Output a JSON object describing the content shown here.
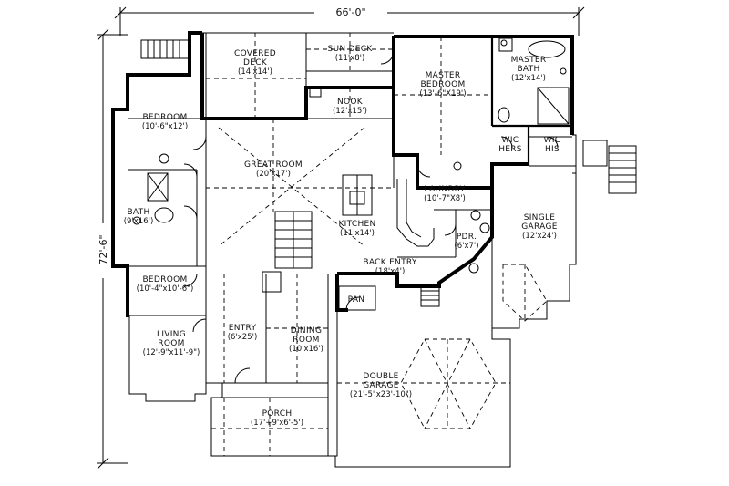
{
  "plan": {
    "overall_width": "66'-0\"",
    "overall_depth": "72'-6\""
  },
  "rooms": [
    {
      "key": "covered_deck",
      "name_lines": [
        "COVERED",
        "DECK"
      ],
      "dims": "(14'x14')"
    },
    {
      "key": "sun_deck",
      "name_lines": [
        "SUN DECK"
      ],
      "dims": "(11'x8')"
    },
    {
      "key": "master_bedroom",
      "name_lines": [
        "MASTER",
        "BEDROOM"
      ],
      "dims": "(13'-6\"X19')"
    },
    {
      "key": "master_bath",
      "name_lines": [
        "MASTER",
        "BATH"
      ],
      "dims": "(12'x14')"
    },
    {
      "key": "nook",
      "name_lines": [
        "NOOK"
      ],
      "dims": "(12'x15')"
    },
    {
      "key": "bedroom_1",
      "name_lines": [
        "BEDROOM"
      ],
      "dims": "(10'-6\"x12')"
    },
    {
      "key": "great_room",
      "name_lines": [
        "GREAT ROOM"
      ],
      "dims": "(20'x17')"
    },
    {
      "key": "wic_hers",
      "name_lines": [
        "WIC",
        "HERS"
      ],
      "dims": ""
    },
    {
      "key": "wic_his",
      "name_lines": [
        "WIC",
        "HIS"
      ],
      "dims": ""
    },
    {
      "key": "laundry",
      "name_lines": [
        "LAUNDRY"
      ],
      "dims": "(10'-7\"X8')"
    },
    {
      "key": "bath",
      "name_lines": [
        "BATH"
      ],
      "dims": "(9'x16')"
    },
    {
      "key": "kitchen",
      "name_lines": [
        "KITCHEN"
      ],
      "dims": "(11'x14')"
    },
    {
      "key": "single_garage",
      "name_lines": [
        "SINGLE",
        "GARAGE"
      ],
      "dims": "(12'x24')"
    },
    {
      "key": "pdr",
      "name_lines": [
        "PDR."
      ],
      "dims": "(6'x7')"
    },
    {
      "key": "back_entry",
      "name_lines": [
        "BACK ENTRY"
      ],
      "dims": "(18'x4')"
    },
    {
      "key": "bedroom_2",
      "name_lines": [
        "BEDROOM"
      ],
      "dims": "(10'-4\"x10'-6\")"
    },
    {
      "key": "pan",
      "name_lines": [
        "PAN"
      ],
      "dims": ""
    },
    {
      "key": "entry",
      "name_lines": [
        "ENTRY"
      ],
      "dims": "(6'x25')"
    },
    {
      "key": "living_room",
      "name_lines": [
        "LIVING",
        "ROOM"
      ],
      "dims": "(12'-9\"x11'-9\")"
    },
    {
      "key": "dining_room",
      "name_lines": [
        "DINING",
        "ROOM"
      ],
      "dims": "(10'x16')"
    },
    {
      "key": "double_garage",
      "name_lines": [
        "DOUBLE",
        "GARAGE"
      ],
      "dims": "(21'-5\"x23'-10\")"
    },
    {
      "key": "porch",
      "name_lines": [
        "PORCH"
      ],
      "dims": "(17'+9'x6'-5')"
    }
  ]
}
